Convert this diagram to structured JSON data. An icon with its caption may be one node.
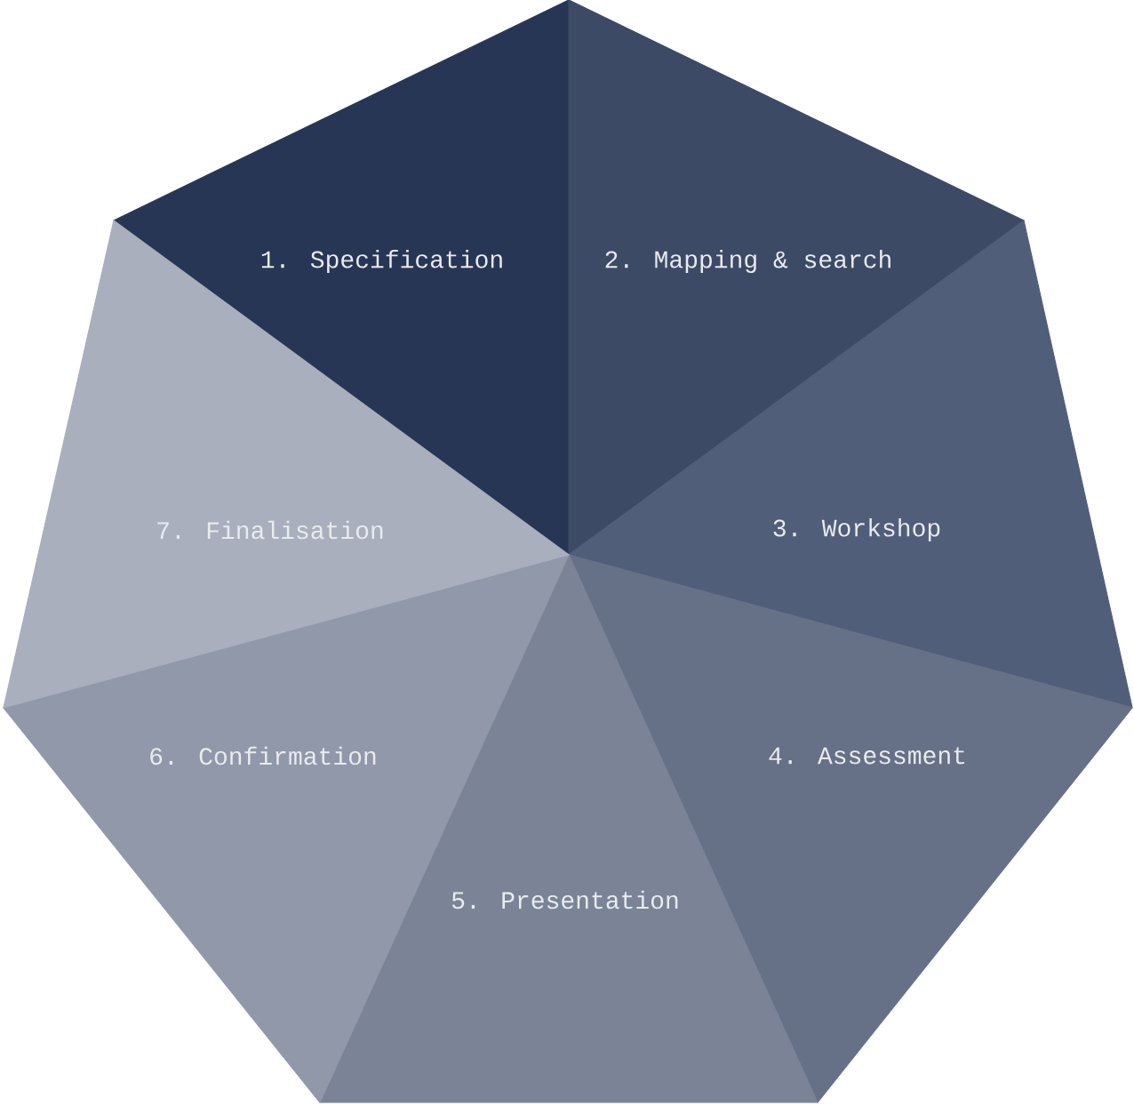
{
  "diagram": {
    "nodes": [
      {
        "text": [
          "1. Specification"
        ]
      },
      {
        "text": [
          "2. Mapping & search"
        ]
      },
      {
        "text": [
          "3. Workshop"
        ]
      },
      {
        "text": [
          "4. Assessment"
        ]
      },
      {
        "text": [
          "5. Presentation"
        ]
      },
      {
        "text": [
          "6. Confirmation"
        ]
      },
      {
        "text": [
          "7. Finalisation"
        ]
      }
    ]
  }
}
